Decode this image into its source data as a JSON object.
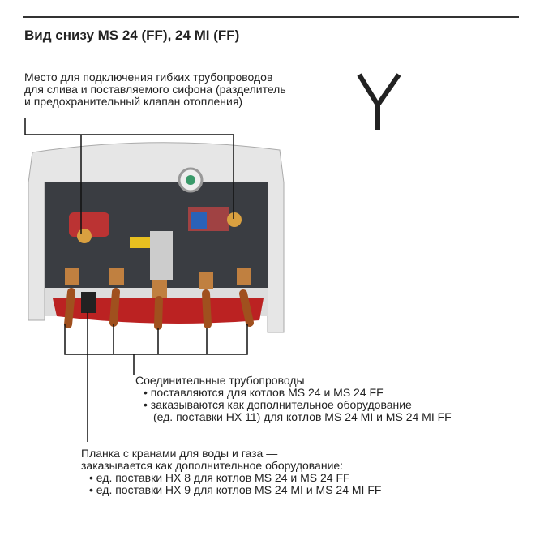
{
  "title": "Вид снизу MS 24 (FF), 24 MI (FF)",
  "callout_top": {
    "lines": [
      "Место для подключения гибких трубопроводов",
      "для слива и поставляемого сифона (разделитель",
      "и предохранительный клапан отопления)"
    ]
  },
  "callout_pipes": {
    "heading": "Соединительные трубопроводы",
    "bullet1": "поставляются для котлов MS 24 и MS 24 FF",
    "bullet2_line1": "заказываются как дополнительное оборудование",
    "bullet2_line2": "(ед. поставки HX 11) для котлов MS 24 MI и MS 24 MI FF"
  },
  "callout_bar": {
    "line1": "Планка с кранами для воды и газа —",
    "line2": "заказывается как дополнительное оборудование:",
    "bullet1": "ед. поставки HX 8 для котлов MS 24 и MS 24 FF",
    "bullet2": "ед. поставки HX 9 для котлов MS 24 MI и MS 24 MI FF"
  }
}
